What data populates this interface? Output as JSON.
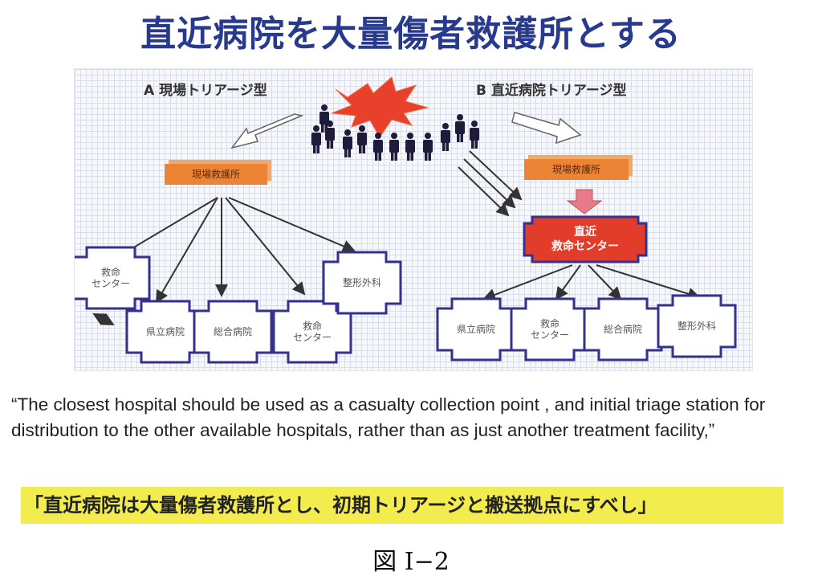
{
  "title": "直近病院を大量傷者救護所とする",
  "diagram": {
    "model_a": {
      "label": "A  現場トリアージ型",
      "field_station": "現場救護所",
      "hospitals": [
        {
          "name": "救命\nセンター"
        },
        {
          "name": "県立病院"
        },
        {
          "name": "総合病院"
        },
        {
          "name": "救命\nセンター"
        },
        {
          "name": "整形外科"
        }
      ]
    },
    "model_b": {
      "label": "B  直近病院トリアージ型",
      "field_station": "現場救護所",
      "nearest_center": "直近\n救命センター",
      "hospitals": [
        {
          "name": "県立病院"
        },
        {
          "name": "救命\nセンター"
        },
        {
          "name": "総合病院"
        },
        {
          "name": "整形外科"
        }
      ]
    },
    "colors": {
      "burst": "#e8402a",
      "person": "#1e1c3a",
      "hospital_border": "#34318f",
      "field_station": "#ec8436",
      "nearest_center": "#e23c2a",
      "down_arrow": "#e87a8a"
    }
  },
  "quote": "“The closest hospital should be used as a casualty collection point , and initial triage station for distribution to the other available hospitals, rather than as just another treatment facility,”",
  "highlight": "「直近病院は大量傷者救護所とし、初期トリアージと搬送拠点にすべし」",
  "figure_label": "図 I−2"
}
